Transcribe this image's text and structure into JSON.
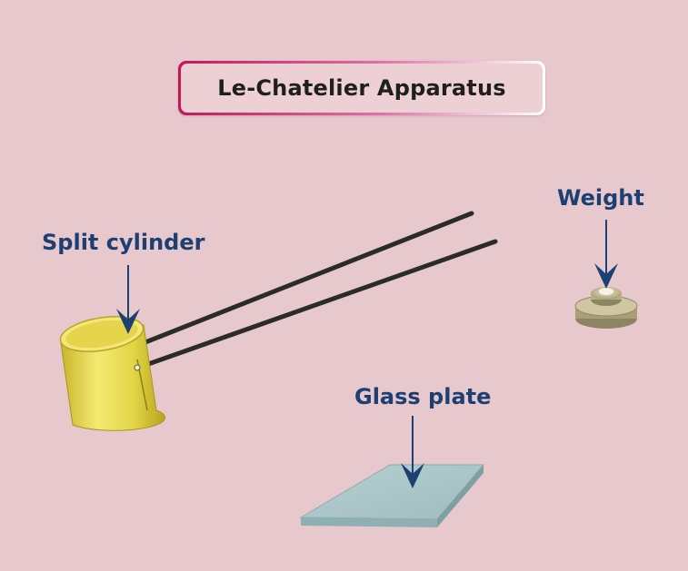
{
  "title": "Le-Chatelier Apparatus",
  "labels": {
    "split_cylinder": "Split cylinder",
    "weight": "Weight",
    "glass_plate": "Glass plate"
  },
  "colors": {
    "background": "#e7c8cc",
    "label_text": "#1d3f72",
    "arrow": "#1d3f72",
    "cylinder": "#e8dc4a",
    "needle": "#2b2b2b",
    "glass_plate": "#a9c4c6",
    "weight": "#b9ad85"
  }
}
